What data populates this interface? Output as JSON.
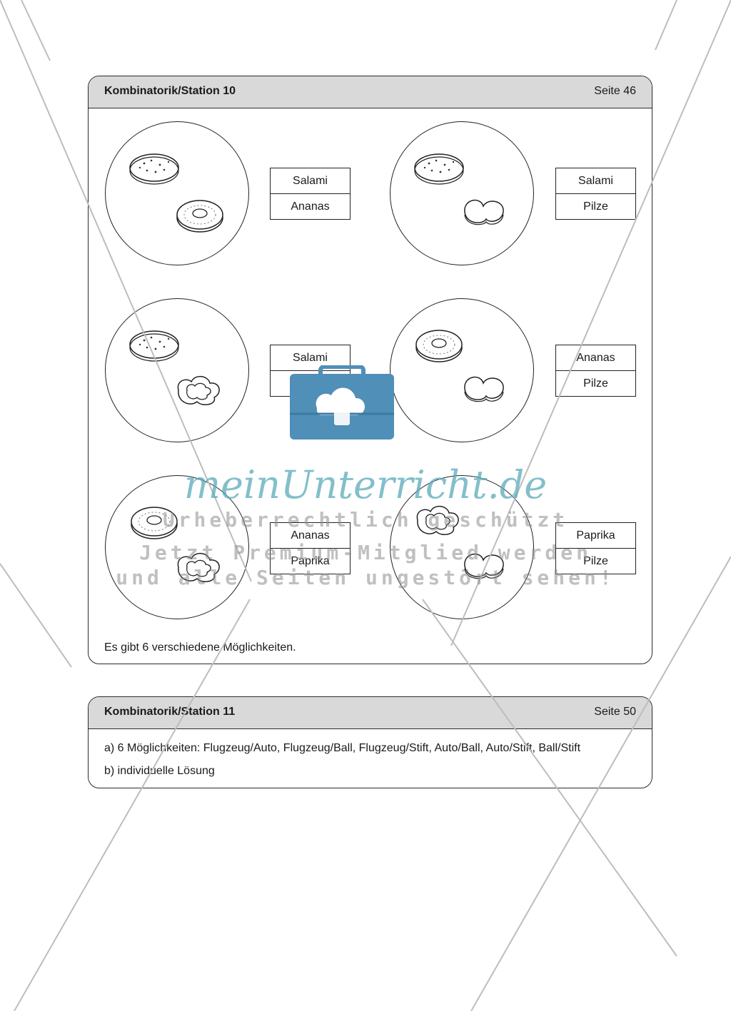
{
  "station10": {
    "title": "Kombinatorik/Station 10",
    "page": "Seite 46",
    "combos": [
      {
        "a": "Salami",
        "b": "Ananas",
        "icons": [
          "salami-icon",
          "pineapple-ring-icon"
        ]
      },
      {
        "a": "Salami",
        "b": "Pilze",
        "icons": [
          "salami-icon",
          "mushroom-icon"
        ]
      },
      {
        "a": "Salami",
        "b": "Paprika",
        "icons": [
          "salami-icon",
          "pepper-ring-icon"
        ]
      },
      {
        "a": "Ananas",
        "b": "Pilze",
        "icons": [
          "pineapple-ring-icon",
          "mushroom-icon"
        ]
      },
      {
        "a": "Ananas",
        "b": "Paprika",
        "icons": [
          "pineapple-ring-icon",
          "pepper-ring-icon"
        ]
      },
      {
        "a": "Paprika",
        "b": "Pilze",
        "icons": [
          "pepper-ring-icon",
          "mushroom-icon"
        ]
      }
    ],
    "note": "Es gibt 6 verschiedene Möglichkeiten."
  },
  "station11": {
    "title": "Kombinatorik/Station 11",
    "page": "Seite 50",
    "line_a": "a) 6 Möglichkeiten: Flugzeug/Auto, Flugzeug/Ball, Flugzeug/Stift, Auto/Ball, Auto/Stift, Ball/Stift",
    "line_b": "b) individuelle Lösung"
  },
  "watermark": {
    "brand": "meinUnterricht.de",
    "line1": "Urheberrechtlich geschützt",
    "line2": "Jetzt Premium-Mitglied werden",
    "line3": "und alle Seiten ungestört sehen!",
    "logo_color": "#4f8fb8",
    "brand_color": "#5aaab9"
  }
}
